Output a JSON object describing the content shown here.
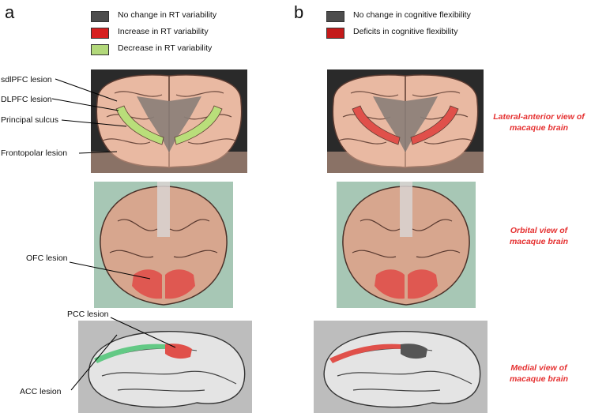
{
  "panels": {
    "a": "a",
    "b": "b"
  },
  "legend_a": [
    {
      "label": "No change in RT variability",
      "color": "#4d4d4d"
    },
    {
      "label": "Increase in RT variability",
      "color": "#d71f1f"
    },
    {
      "label": "Decrease in RT variability",
      "color": "#b2d87a"
    }
  ],
  "legend_b": [
    {
      "label": "No change in cognitive flexibility",
      "color": "#4d4d4d"
    },
    {
      "label": "Deficits in cognitive flexibility",
      "color": "#c41a1a"
    }
  ],
  "labels": {
    "sdlpfc": "sdlPFC lesion",
    "dlpfc": "DLPFC lesion",
    "principal": "Principal sulcus",
    "frontopolar": "Frontopolar lesion",
    "ofc": "OFC lesion",
    "pcc": "PCC lesion",
    "acc": "ACC lesion"
  },
  "views": {
    "lateral": [
      "Lateral-anterior view of",
      "macaque brain"
    ],
    "orbital": [
      "Orbital view of",
      "macaque brain"
    ],
    "medial": [
      "Medial view of",
      "macaque brain"
    ]
  },
  "colors": {
    "brain_fill": "#e9b9a2",
    "orbital_bg": "#a7c7b5",
    "medial_bg": "#bdbdbd",
    "red_region": "#e0504a",
    "green_region": "#b9de7a",
    "acc_green": "#63c985",
    "gray_region": "#8a7e78",
    "view_label": "#e53030"
  }
}
